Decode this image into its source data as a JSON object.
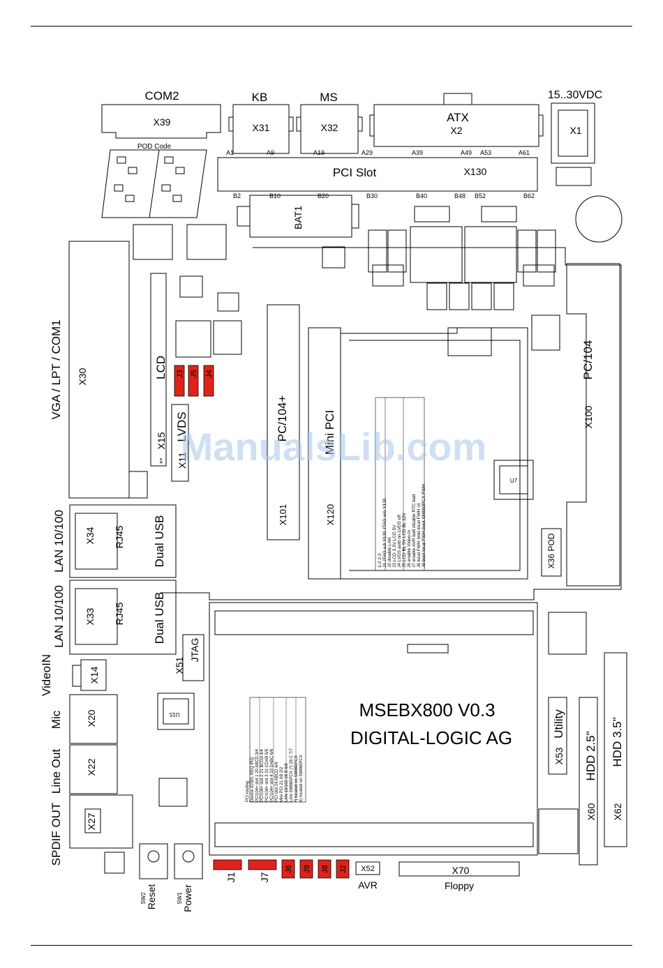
{
  "labels": {
    "com2": "COM2",
    "x39": "X39",
    "pod_code": "POD Code",
    "kb": "KB",
    "x31": "X31",
    "ms": "MS",
    "x32": "X32",
    "atx": "ATX",
    "x2": "X2",
    "vdc": "15..30VDC",
    "x1": "X1",
    "pin_a1": "A1",
    "pin_a9": "A9",
    "pin_a19": "A19",
    "pin_a29": "A29",
    "pin_a39": "A39",
    "pin_a49": "A49",
    "pin_a53": "A53",
    "pin_a61": "A61",
    "pci_slot": "PCI Slot",
    "x130": "X130",
    "pin_b2": "B2",
    "pin_b10": "B10",
    "pin_b20": "B20",
    "pin_b30": "B30",
    "pin_b40": "B40",
    "pin_b48": "B48",
    "pin_b52": "B52",
    "pin_b62": "B62",
    "bat1": "BAT1",
    "vga_lpt_com1": "VGA / LPT / COM1",
    "x30": "X30",
    "lcd": "LCD",
    "x15": "X15",
    "lvds": "LVDS",
    "x11": "X11",
    "j3": "J3",
    "j5": "J5",
    "j4": "J4",
    "pc104plus": "PC/104+",
    "x101": "X101",
    "mini_pci": "Mini PCI",
    "x120": "X120",
    "pc104": "PC/104",
    "x100": "X100",
    "u7": "U7",
    "x36_pod": "X36 POD",
    "lan1": "LAN 10/100",
    "x34": "X34",
    "rj45": "RJ45",
    "dual_usb": "Dual USB",
    "lan2": "LAN 10/100",
    "x33": "X33",
    "video_in": "VideoIN",
    "x14": "X14",
    "jtag": "JTAG",
    "x51": "X51",
    "mic": "Mic",
    "x20": "X20",
    "line_out": "Line Out",
    "x22": "X22",
    "spdif": "SPDIF OUT",
    "x27": "X27",
    "u15": "U15",
    "board_name": "MSEBX800 V0.3",
    "company": "DIGITAL-LOGIC AG",
    "x53": "X53",
    "utility": "Utility",
    "x60": "X60",
    "hdd25": "HDD 2.5\"",
    "x62": "X62",
    "hdd35": "HDD 3.5\"",
    "reset": "Reset",
    "power": "Power",
    "sw2": "SW2",
    "sw1": "SW1",
    "j1": "J1",
    "j7": "J7",
    "j6": "J6",
    "j9": "J9",
    "j8": "J8",
    "j2": "J2",
    "x52": "X52",
    "avr": "AVR",
    "x70": "X70",
    "floppy": "Floppy",
    "watermark": "ManualsLib.com"
  },
  "jumper_table": {
    "head": "1-2  2-3",
    "rows": [
      "J1  JTAG a.b X130   JTAG w/o X130",
      "J2  disable LAN",
      "J3  LCD 3.3V   LCD 5V",
      "J4  LVDS auto on   LVDS off",
      "J5  LCD BL 5V   LCD BL 12V",
      "J6  enable Video-In",
      "J7  enable AVR batt   disable RTC batt",
      "J8  local FWH hold   local FWH rd",
      "J9  boot local FWH   boot SM860PCX FWH"
    ]
  },
  "pci_table": {
    "title": "PCI routing",
    "head": "Device   IDSEL  REQ  IRQ",
    "rows": [
      "PC/104+ slot 1   20  ABCD  3/4",
      "PC/104+ slot 2   21  BCDA  4/4",
      "PC/104+ slot 3   22  CDAB  5/5",
      "PC/104+ slot 4   23  DABC  6/6",
      "PCI slot   24  ABCD  4/4",
      "Mini PCI   21  AB  2/2",
      "LAN 10/100   26  B  6/6",
      "LAN SM860PCX (*)   28  C  7/7"
    ],
    "notes": [
      "*) located on SM860PCX",
      "#) located on SM860PCX"
    ]
  }
}
